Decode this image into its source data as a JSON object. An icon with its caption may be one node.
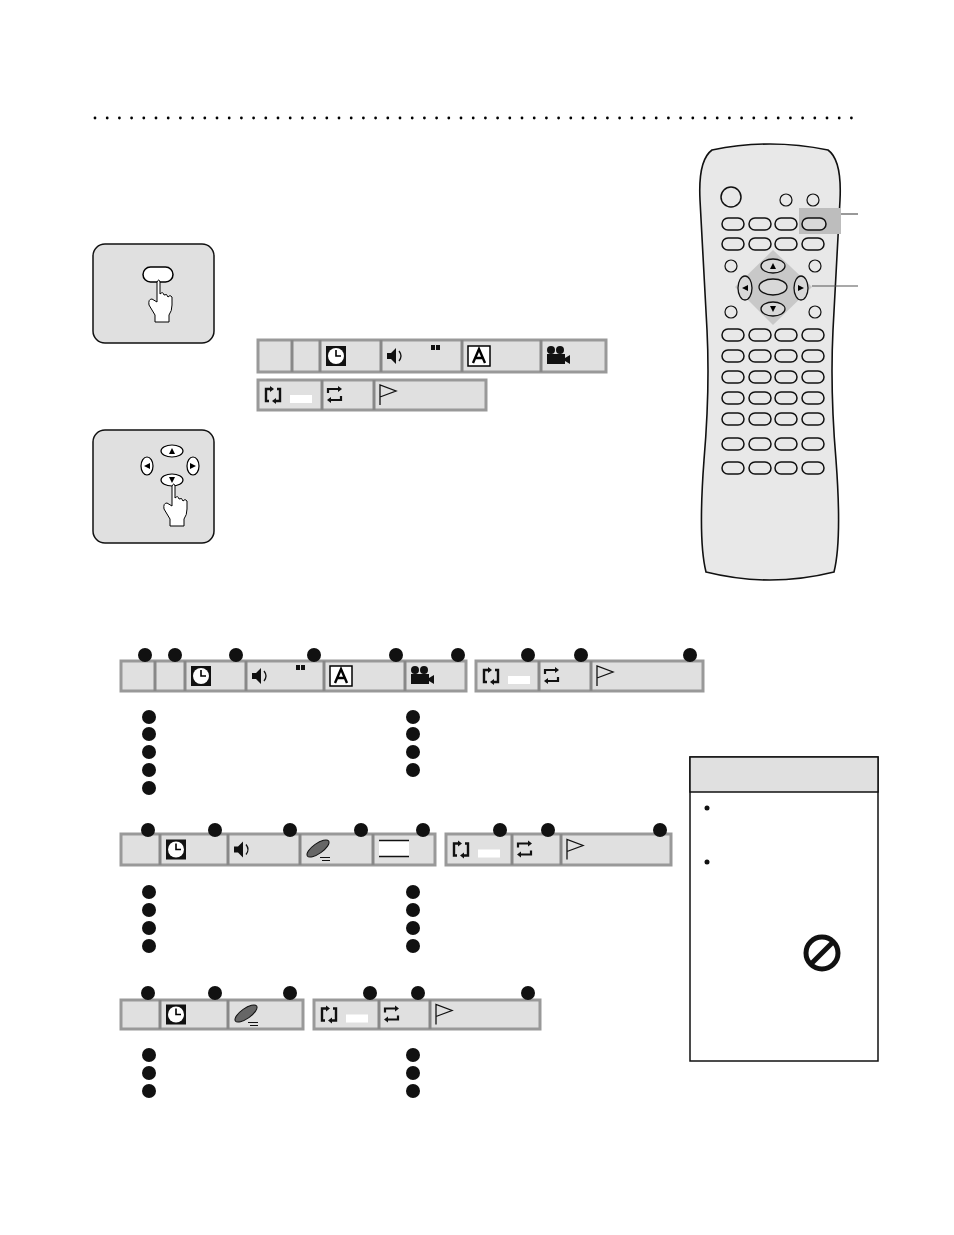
{
  "diagram": {
    "nodes": [
      {
        "text": [],
        "shape": "box"
      },
      {
        "text": [],
        "shape": "diamond"
      }
    ],
    "edges": [
      {
        "from": null,
        "to": 0,
        "arrow": "none"
      },
      {
        "from": null,
        "to": 1,
        "arrow": "none"
      }
    ]
  }
}
